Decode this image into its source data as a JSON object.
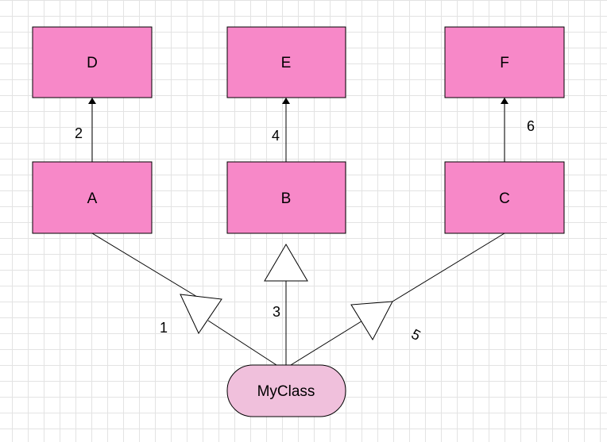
{
  "diagram": {
    "nodes": {
      "D": "D",
      "E": "E",
      "F": "F",
      "A": "A",
      "B": "B",
      "C": "C",
      "myclass": "MyClass"
    },
    "edge_labels": {
      "a_to_d": "2",
      "b_to_e": "4",
      "c_to_f": "6",
      "myclass_to_a": "1",
      "myclass_to_b": "3",
      "myclass_to_c": "5"
    },
    "colors": {
      "class_box_fill": "#f788c8",
      "myclass_fill": "#f0c0dc",
      "stroke": "#000000",
      "grid": "#e3e3e3"
    }
  }
}
